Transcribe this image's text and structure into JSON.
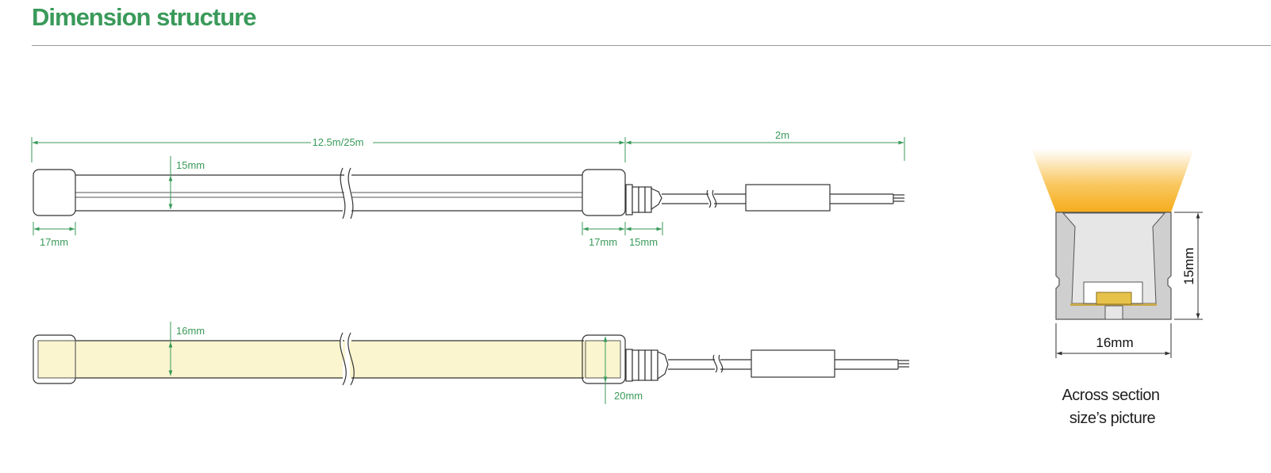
{
  "header": {
    "title": "Dimension structure"
  },
  "colors": {
    "accent_green": "#3a9a5a",
    "glow": "#f7b52e",
    "housing_grey": "#cfcfcf",
    "light_fill": "#fbf5cf",
    "chip": "#e7c24a"
  },
  "top_view": {
    "total_length": "12.5m/25m",
    "cable_length": "2m",
    "height": "15mm",
    "left_cap": "17mm",
    "right_cap": "17mm",
    "connector": "15mm"
  },
  "bottom_view": {
    "width": "16mm",
    "cap_height": "20mm"
  },
  "cross_section": {
    "height": "15mm",
    "width": "16mm",
    "caption_line1": "Across section",
    "caption_line2": "size’s picture"
  }
}
